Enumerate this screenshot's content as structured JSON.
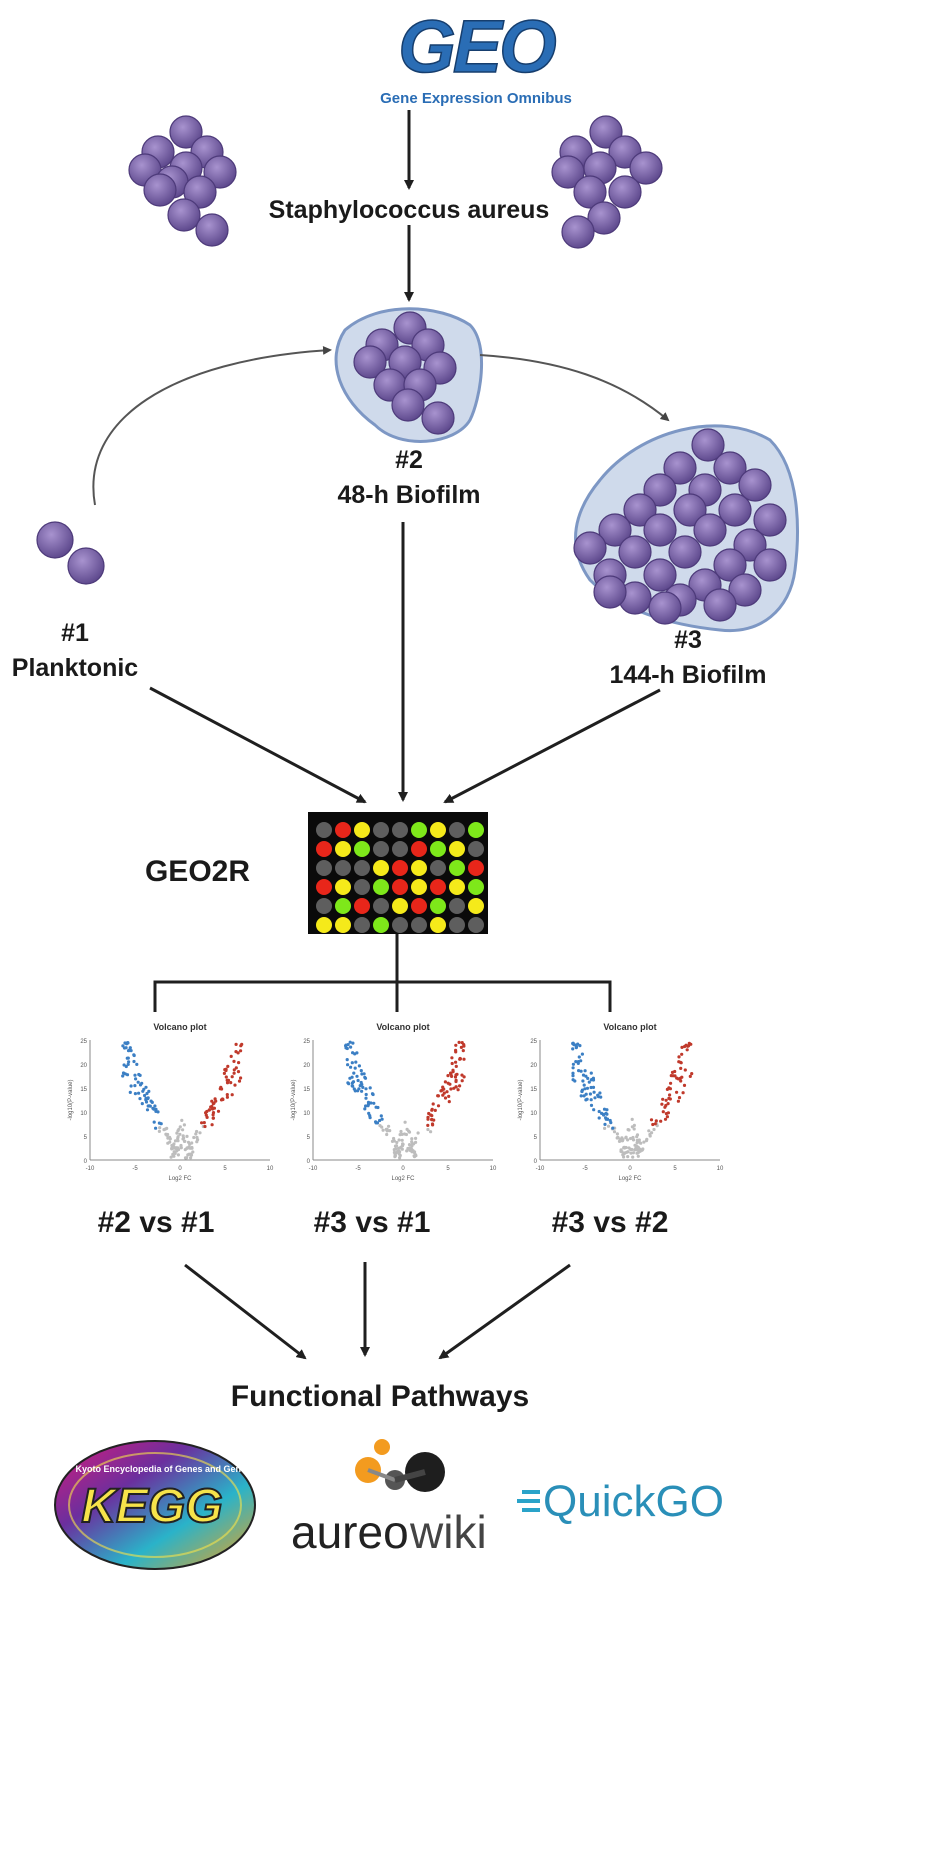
{
  "geo_logo": {
    "text": "GEO",
    "subtitle": "Gene Expression Omnibus"
  },
  "organism": "Staphylococcus aureus",
  "conditions": [
    {
      "num": "#1",
      "name": "Planktonic"
    },
    {
      "num": "#2",
      "name": "48-h Biofilm"
    },
    {
      "num": "#3",
      "name": "144-h Biofilm"
    }
  ],
  "tool": "GEO2R",
  "microarray_colors": [
    [
      "gray",
      "red",
      "yellow",
      "gray",
      "gray",
      "green",
      "yellow",
      "gray",
      "green"
    ],
    [
      "red",
      "yellow",
      "green",
      "gray",
      "gray",
      "red",
      "green",
      "yellow",
      "gray"
    ],
    [
      "gray",
      "gray",
      "gray",
      "yellow",
      "red",
      "yellow",
      "gray",
      "green",
      "red"
    ],
    [
      "red",
      "yellow",
      "gray",
      "green",
      "red",
      "yellow",
      "red",
      "yellow",
      "green"
    ],
    [
      "gray",
      "green",
      "red",
      "gray",
      "yellow",
      "red",
      "green",
      "gray",
      "yellow"
    ],
    [
      "yellow",
      "yellow",
      "gray",
      "green",
      "gray",
      "gray",
      "yellow",
      "gray",
      "gray"
    ]
  ],
  "colors": {
    "red": "#e8261a",
    "yellow": "#f5ea1a",
    "green": "#7ee81a",
    "gray": "#5e5e5e",
    "cell": "#7b5ea8",
    "cellDark": "#4d3a7a",
    "cellLight": "#9b83c4",
    "biofilm": "#c9d5ea",
    "biofilmEdge": "#7d97c4",
    "geoBlue": "#2a6db5"
  },
  "volcano": {
    "title": "Volcano plot",
    "xlabel": "Log2 FC",
    "ylabel": "-log10(P-value)",
    "xticks": [
      "-10",
      "-5",
      "0",
      "5",
      "10"
    ],
    "yticks": [
      "0",
      "5",
      "10",
      "15",
      "20",
      "25"
    ]
  },
  "comparisons": [
    "#2 vs #1",
    "#3 vs #1",
    "#3 vs #2"
  ],
  "pathways_title": "Functional Pathways",
  "databases": {
    "kegg": {
      "text": "KEGG",
      "tagline": "Kyoto Encyclopedia of Genes and Genomes"
    },
    "aureowiki": {
      "text_a": "aureo",
      "text_b": "wiki"
    },
    "quickgo": {
      "text": "QuickGO"
    }
  }
}
